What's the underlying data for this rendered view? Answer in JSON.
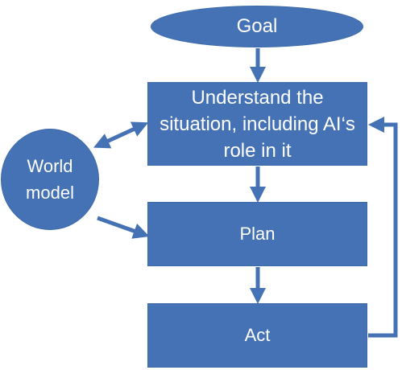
{
  "nodes": {
    "goal": "Goal",
    "understand": "Understand the situation, including AI‘s role in it",
    "plan": "Plan",
    "act": "Act",
    "world_model": "World model"
  },
  "colors": {
    "node_fill": "#4472b4",
    "arrow": "#4472b4",
    "text": "#ffffff",
    "background": "#ffffff"
  }
}
